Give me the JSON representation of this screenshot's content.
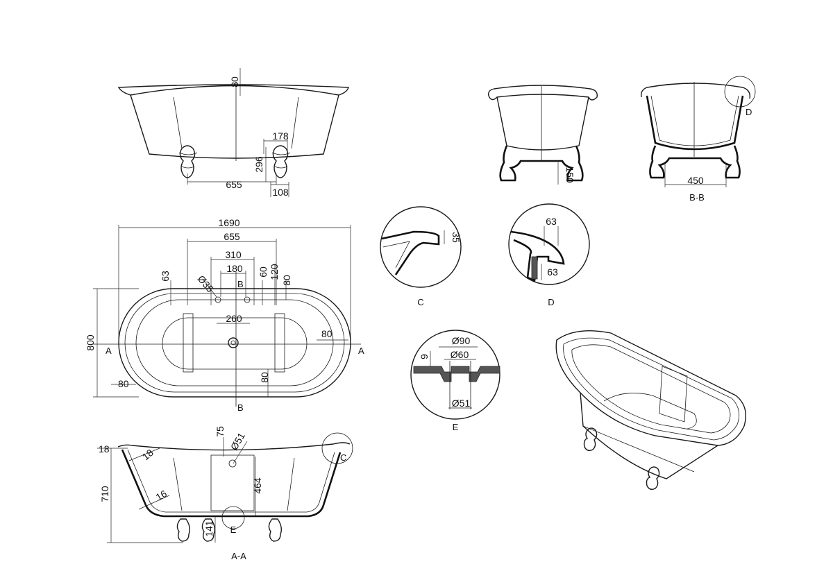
{
  "top_view": {
    "dims": {
      "rim_height": "80",
      "foot_width": "178",
      "foot_height": "296",
      "foot_depth": "108",
      "feet_spacing": "655"
    }
  },
  "end_view": {
    "dims": {
      "foot_height": "150"
    }
  },
  "section_bb": {
    "label": "B-B",
    "detail_marker": "D",
    "dims": {
      "feet_width": "450"
    }
  },
  "plan_view": {
    "section_mark_a": "A",
    "section_mark_b": "B",
    "dims": {
      "length": "1690",
      "panel_width": "655",
      "tap_span": "310",
      "tap_holes": "180",
      "hole_diameter": "Ø35",
      "offset_60": "60",
      "offset_120": "120",
      "rim_80_top": "80",
      "rim_63": "63",
      "inner_260": "260",
      "rim_80_right": "80",
      "rim_80_left": "80",
      "rim_80_bottom": "80",
      "width": "800"
    }
  },
  "detail_c": {
    "label": "C",
    "dims": {
      "rim_35": "35"
    }
  },
  "detail_d": {
    "label": "D",
    "dims": {
      "top_63": "63",
      "bottom_63": "63"
    }
  },
  "detail_e": {
    "label": "E",
    "dims": {
      "d90": "Ø90",
      "d60": "Ø60",
      "depth_9": "9",
      "d51": "Ø51"
    }
  },
  "section_aa": {
    "label": "A-A",
    "detail_marker_c": "C",
    "detail_marker_e": "E",
    "dims": {
      "rim_18a": "18",
      "wall_18b": "18",
      "wall_16": "16",
      "height_710": "710",
      "offset_75": "75",
      "overflow_d51": "Ø51",
      "overflow_464": "464",
      "foot_141": "141"
    }
  }
}
